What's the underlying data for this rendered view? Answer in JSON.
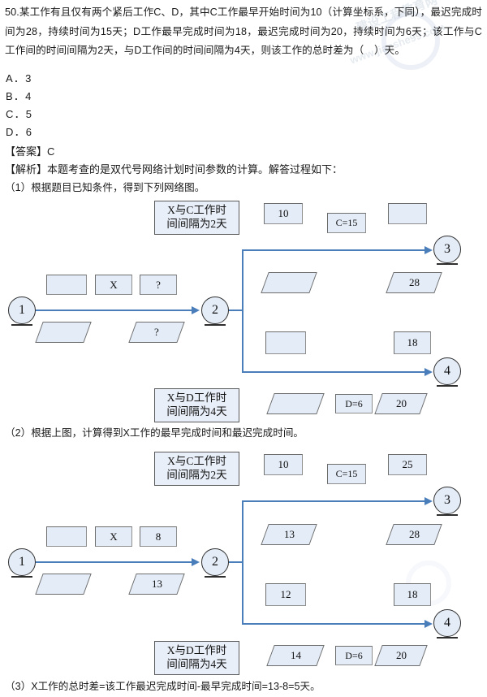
{
  "question": {
    "number": "50.",
    "stem": "某工作有且仅有两个紧后工作C、D，其中C工作最早开始时间为10（计算坐标系，下同），最迟完成时间为28，持续时间为15天；D工作最早完成时间为18，最迟完成时间为20，持续时间为6天；该工作与C工作间的时间间隔为2天，与D工作间的时间间隔为4天，则该工作的总时差为（　）天。",
    "options": [
      {
        "key": "A",
        "text": "A．3"
      },
      {
        "key": "B",
        "text": "B．4"
      },
      {
        "key": "C",
        "text": "C．5"
      },
      {
        "key": "D",
        "text": "D．6"
      }
    ],
    "answer_line": "【答案】C",
    "analysis_line": "【解析】本题考查的是双代号网络计划时间参数的计算。解答过程如下："
  },
  "steps": {
    "step1": "（1）根据题目已知条件，得到下列网络图。",
    "step2": "（2）根据上图，计算得到X工作的最早完成时间和最迟完成时间。",
    "step3": "（3）X工作的总时差=该工作最迟完成时间-最早完成时间=13-8=5天。"
  },
  "diagram1": {
    "note_c": "X与C工作时\n间间隔为2天",
    "note_d": "X与D工作时\n间间隔为4天",
    "nodes": [
      {
        "id": "node-1",
        "label": "1"
      },
      {
        "id": "node-2",
        "label": "2"
      },
      {
        "id": "node-3",
        "label": "3"
      },
      {
        "id": "node-4",
        "label": "4"
      }
    ],
    "x_top_boxes": [
      "",
      "X",
      "?"
    ],
    "x_bottom_paras": [
      "",
      "?"
    ],
    "c_top_boxes": [
      "10",
      "C=15",
      ""
    ],
    "c_bottom_paras": [
      "",
      "28"
    ],
    "d_top_boxes": [
      "",
      "18"
    ],
    "d_bottom": [
      "",
      "D=6",
      "20"
    ]
  },
  "diagram2": {
    "note_c": "X与C工作时\n间间隔为2天",
    "note_d": "X与D工作时\n间间隔为4天",
    "nodes": [
      {
        "id": "node-1",
        "label": "1"
      },
      {
        "id": "node-2",
        "label": "2"
      },
      {
        "id": "node-3",
        "label": "3"
      },
      {
        "id": "node-4",
        "label": "4"
      }
    ],
    "x_top_boxes": [
      "",
      "X",
      "8"
    ],
    "x_bottom_paras": [
      "",
      "13"
    ],
    "c_top_boxes": [
      "10",
      "C=15",
      "25"
    ],
    "c_bottom_paras": [
      "13",
      "28"
    ],
    "d_top_boxes": [
      "12",
      "18"
    ],
    "d_bottom": [
      "14",
      "D=6",
      "20"
    ]
  },
  "watermark": {
    "text1": "建设工程教育网",
    "text2": "www.jianshe99.com"
  },
  "colors": {
    "arrow": "#4a7ebb",
    "box_fill": "#e4ecf7",
    "box_border": "#6d6d6d",
    "node_border": "#2f2f2f",
    "text": "#1a1a1a"
  }
}
